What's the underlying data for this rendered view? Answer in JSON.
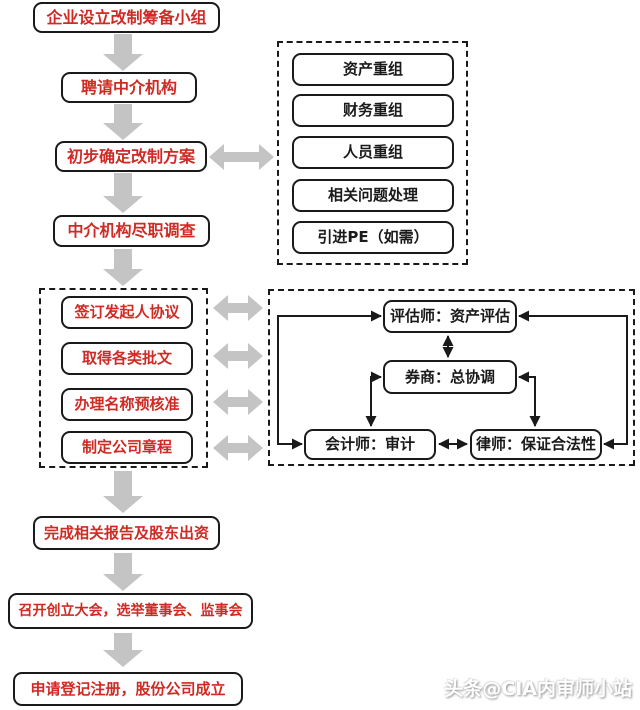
{
  "main_flow": [
    "企业设立改制筹备小组",
    "聘请中介机构",
    "初步确定改制方案",
    "中介机构尽职调查"
  ],
  "restructuring_panel": {
    "items": [
      "资产重组",
      "财务重组",
      "人员重组",
      "相关问题处理",
      "引进PE（如需）"
    ]
  },
  "preparation_panel": {
    "items": [
      "签订发起人协议",
      "取得各类批文",
      "办理名称预核准",
      "制定公司章程"
    ]
  },
  "intermediaries_panel": {
    "appraiser": "评估师：资产评估",
    "broker": "券商：总协调",
    "accountant": "会计师：审计",
    "lawyer": "律师：保证合法性"
  },
  "final_flow": [
    "完成相关报告及股东出资",
    "召开创立大会，选举董事会、监事会",
    "申请登记注册，股份公司成立"
  ],
  "watermark": "头条@CIA内审师小站",
  "colors": {
    "red_text": "#cf2b24",
    "black_ink": "#1a1a1a",
    "arrow_gray": "#c4c4c4",
    "background": "#ffffff"
  }
}
